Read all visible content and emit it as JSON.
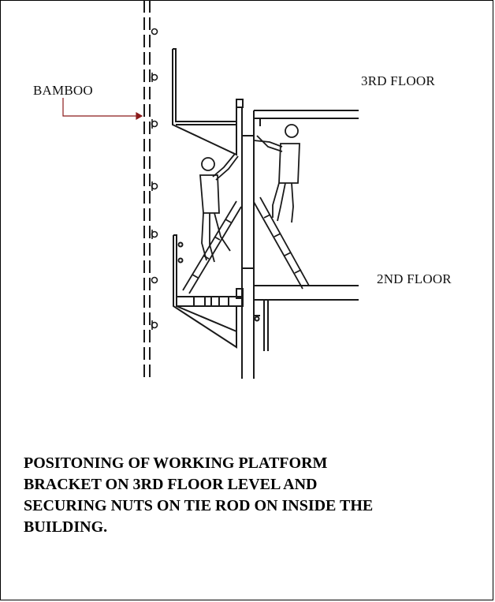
{
  "labels": {
    "bamboo": "BAMBOO",
    "floor3": "3RD FLOOR",
    "floor2": "2ND FLOOR"
  },
  "caption": {
    "line1": "POSITONING OF WORKING PLATFORM",
    "line2": "BRACKET ON 3RD FLOOR LEVEL AND",
    "line3": "SECURING NUTS ON TIE ROD ON INSIDE THE",
    "line4": "BUILDING."
  },
  "colors": {
    "line": "#1a1a1a",
    "arrow": "#8b1a1a"
  }
}
